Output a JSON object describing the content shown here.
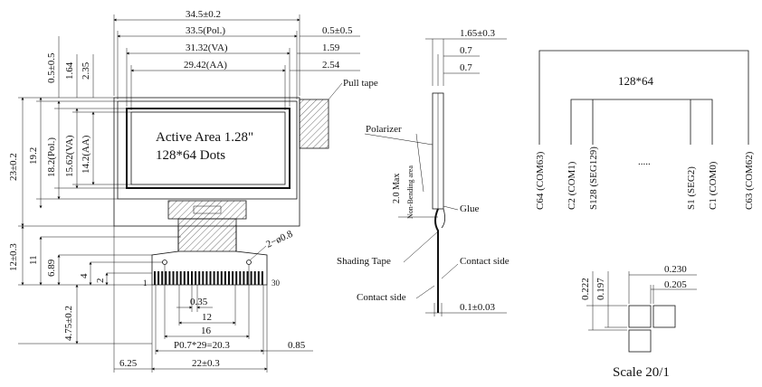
{
  "front_view": {
    "dims_top": {
      "outline": "34.5±0.2",
      "polarizer": "33.5(Pol.)",
      "viewing_area": "31.32(VA)",
      "active_area": "29.42(AA)",
      "pol_offset": "0.5±0.5",
      "va_offset": "1.59",
      "aa_offset": "2.54"
    },
    "dims_left": {
      "top_pol": "0.5±0.5",
      "top_va": "1.64",
      "top_aa": "2.35",
      "outline_h": "23±0.2",
      "h_19_2": "19.2",
      "pol_h": "18.2(Pol.)",
      "va_h": "15.62(VA)",
      "aa_h": "14.2(AA)",
      "fpc_len": "12±0.3",
      "d11": "11",
      "d689": "6.89",
      "d4": "4",
      "d2": "2",
      "d475": "4.75±0.2"
    },
    "active_area_label": "Active Area 1.28\"",
    "dots_label": "128*64 Dots",
    "pull_tape_label": "Pull tape",
    "hole_label": "2−ø0.8",
    "pin_first": "1",
    "pin_last": "30",
    "dims_bottom": {
      "pin_width": "0.35",
      "d12": "12",
      "d16": "16",
      "pitch": "P0.7*29=20.3",
      "edge": "0.85",
      "offset": "6.25",
      "fpc_w": "22±0.3"
    }
  },
  "side_view": {
    "thickness": "1.65±0.3",
    "d07a": "0.7",
    "d07b": "0.7",
    "polarizer": "Polarizer",
    "bend_max": "2.0 Max",
    "non_bending": "Non-Bending area",
    "glue": "Glue",
    "shading_tape": "Shading Tape",
    "contact_side_right": "Contact side",
    "contact_side_left": "Contact side",
    "fpc_thickness": "0.1±0.03"
  },
  "pin_diagram": {
    "resolution": "128*64",
    "pins": [
      "C64 (COM63)",
      "C2 (COM1)",
      "S128 (SEG129)",
      ".....",
      "S1 (SEG2)",
      "C1 (COM0)",
      "C63 (COM62)"
    ]
  },
  "pixel_detail": {
    "pitch_h": "0.230",
    "size_h": "0.205",
    "pitch_v": "0.222",
    "size_v": "0.197",
    "scale": "Scale 20/1"
  }
}
